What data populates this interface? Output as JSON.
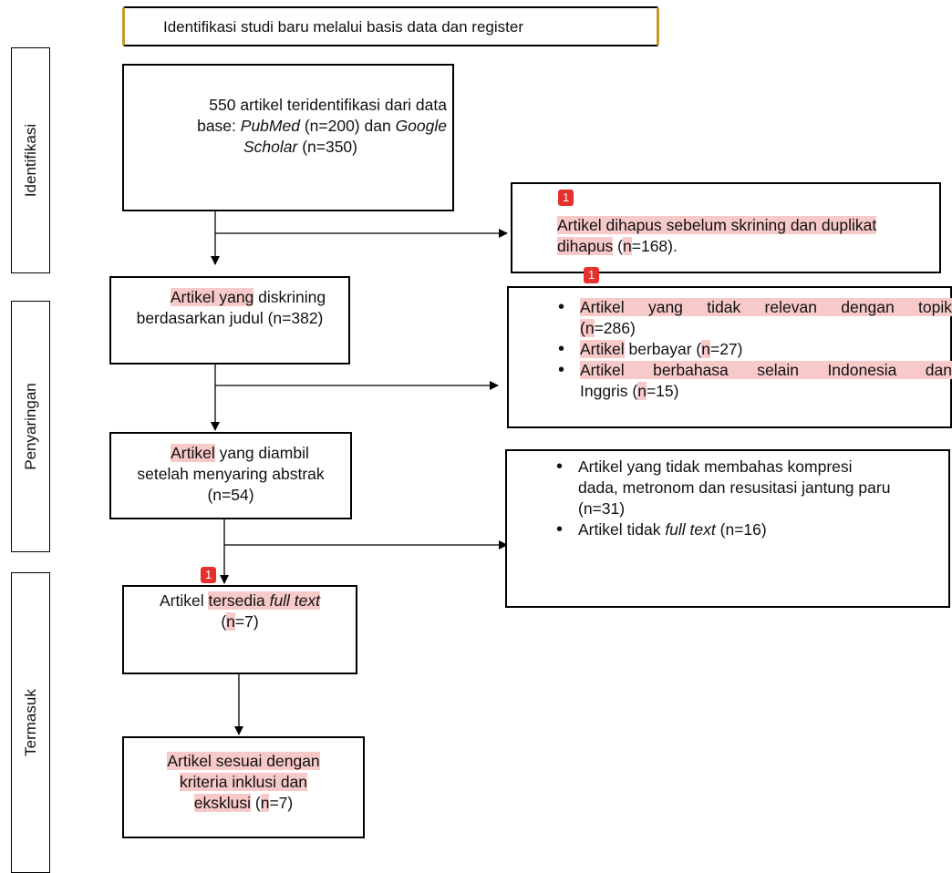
{
  "header": {
    "title": "Identifikasi studi baru melalui basis data dan register"
  },
  "stages": {
    "identifikasi": "Identifikasi",
    "penyaringan": "Penyaringan",
    "termasuk": "Termasuk"
  },
  "identification_box": {
    "line1": "550 artikel teridentifikasi dari data",
    "line2_a": "base: ",
    "line2_b": "PubMed",
    "line2_c": " (n=200) dan ",
    "line2_d": "Google",
    "line3_a": "Scholar",
    "line3_b": " (n=350)"
  },
  "removed_box": {
    "badge": "1",
    "line1": "Artikel dihapus sebelum skrining dan duplikat",
    "line2_a": "dihapus",
    "line2_b": " (",
    "line2_c": "n",
    "line2_d": "=168)."
  },
  "screened_box": {
    "line1_a": "Artikel yang",
    "line1_b": " diskrining",
    "line2": "berdasarkan judul (n=382)"
  },
  "excluded_box": {
    "badge": "1",
    "item1_line1": "Artikel yang tidak relevan dengan topik",
    "item1_line2_a": "n",
    "item1_line2_b": "=286)",
    "item1_line2_open": "(",
    "item2_a": "Artikel",
    "item2_b": " berbayar (",
    "item2_c": "n",
    "item2_d": "=27)",
    "item3_line1": "Artikel berbahasa selain Indonesia dan",
    "item3_line2_a": "Inggris (",
    "item3_line2_b": "n",
    "item3_line2_c": "=15)"
  },
  "abstract_box": {
    "line1_a": "Artikel",
    "line1_b": " yang diambil",
    "line2": "setelah menyaring abstrak",
    "line3": "(n=54)"
  },
  "excluded_abstract_box": {
    "item1_line1": "Artikel yang tidak membahas kompresi",
    "item1_line2": "dada, metronom dan resusitasi jantung paru",
    "item1_line3": "(n=31)",
    "item2_a": "Artikel tidak ",
    "item2_b": "full text",
    "item2_c": " (n=16)"
  },
  "fulltext_box": {
    "badge": "1",
    "line1_a": "Artikel ",
    "line1_b": "tersedia ",
    "line1_c": "full text",
    "line2_a": "(",
    "line2_b": "n",
    "line2_c": "=7)"
  },
  "included_box": {
    "line1": "Artikel sesuai dengan",
    "line2": "kriteria inklusi dan",
    "line3_a": "eksklusi",
    "line3_b": " (",
    "line3_c": "n",
    "line3_d": "=7)"
  }
}
